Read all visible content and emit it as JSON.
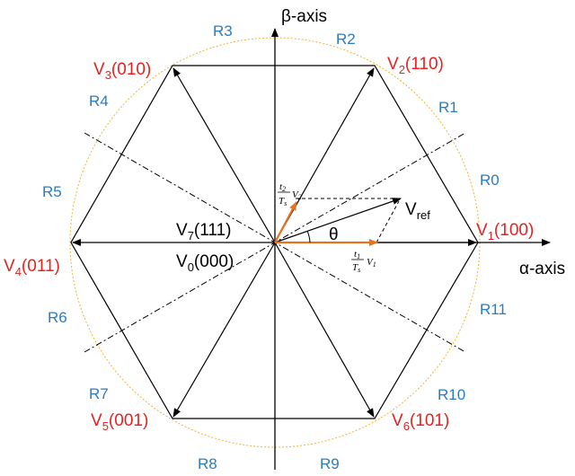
{
  "colors": {
    "vertex_label": "#e8211f",
    "region_label": "#2b7cc1",
    "circle": "#f1b334",
    "component_vector": "#e8731f",
    "line": "#000000"
  },
  "axes": {
    "alpha_label": "α-axis",
    "beta_label": "β-axis"
  },
  "vertices": [
    {
      "id": "v1",
      "base": "V",
      "sub": "1",
      "code": "(100)"
    },
    {
      "id": "v2",
      "base": "V",
      "sub": "2",
      "code": "(110)"
    },
    {
      "id": "v3",
      "base": "V",
      "sub": "3",
      "code": "(010)"
    },
    {
      "id": "v4",
      "base": "V",
      "sub": "4",
      "code": "(011)"
    },
    {
      "id": "v5",
      "base": "V",
      "sub": "5",
      "code": "(001)"
    },
    {
      "id": "v6",
      "base": "V",
      "sub": "6",
      "code": "(101)"
    }
  ],
  "zero_vectors": [
    {
      "id": "v7",
      "base": "V",
      "sub": "7",
      "code": "(111)"
    },
    {
      "id": "v0",
      "base": "V",
      "sub": "0",
      "code": "(000)"
    }
  ],
  "regions": [
    "R0",
    "R1",
    "R2",
    "R3",
    "R4",
    "R5",
    "R6",
    "R7",
    "R8",
    "R9",
    "R10",
    "R11"
  ],
  "reference": {
    "base": "V",
    "sub": "ref",
    "angle_symbol": "θ"
  },
  "components": {
    "t1": {
      "num": "t",
      "num_sub": "1",
      "den": "T",
      "den_sub": "s",
      "vec": "V",
      "vec_sub": "1"
    },
    "t2": {
      "num": "t",
      "num_sub": "2",
      "den": "T",
      "den_sub": "s",
      "vec": "V",
      "vec_sub": "2"
    }
  }
}
